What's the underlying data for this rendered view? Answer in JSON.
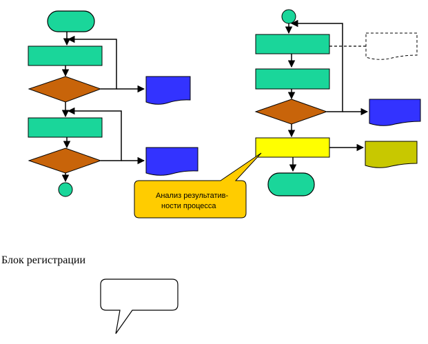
{
  "callout": {
    "line1": "Анализ результатив-",
    "line2": "ности процесса"
  },
  "caption": "Блок регистрации",
  "colors": {
    "terminal": "#1ad69a",
    "process": "#1ad69a",
    "decision": "#c8640a",
    "document_blue": "#3333ff",
    "process_yellow": "#ffff00",
    "document_olive": "#c8c800",
    "callout_fill": "#ffcc00"
  }
}
